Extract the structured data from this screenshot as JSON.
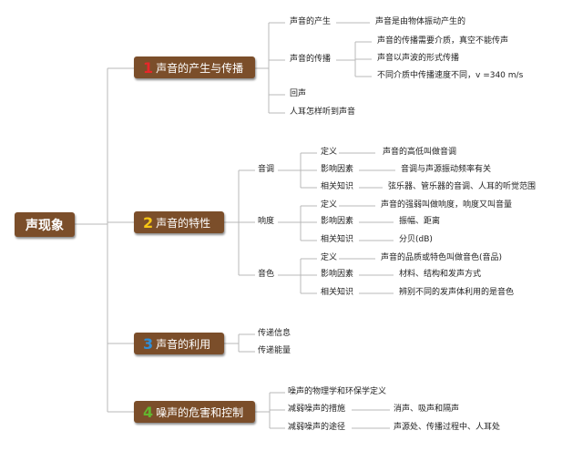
{
  "root": "声现象",
  "branches": [
    {
      "number": "1",
      "number_color": "#e8262a",
      "label": "声音的产生与传播",
      "children": [
        {
          "label": "声音的产生",
          "notes": [
            "声音是由物体振动产生的"
          ]
        },
        {
          "label": "声音的传播",
          "notes": [
            "声音的传播需要介质，真空不能传声",
            "声音以声波的形式传播",
            "不同介质中传播速度不同，v =340 m/s"
          ]
        },
        {
          "label": "回声"
        },
        {
          "label": "人耳怎样听到声音"
        }
      ]
    },
    {
      "number": "2",
      "number_color": "#f7c614",
      "label": "声音的特性",
      "children": [
        {
          "label": "音调",
          "sub": [
            {
              "label": "定义",
              "note": "声音的高低叫做音调"
            },
            {
              "label": "影响因素",
              "note": "音调与声源振动频率有关"
            },
            {
              "label": "相关知识",
              "note": "弦乐器、管乐器的音调、人耳的听觉范围"
            }
          ]
        },
        {
          "label": "响度",
          "sub": [
            {
              "label": "定义",
              "note": "声音的强弱叫做响度，响度又叫音量"
            },
            {
              "label": "影响因素",
              "note": "振幅、距离"
            },
            {
              "label": "相关知识",
              "note": "分贝(dB)"
            }
          ]
        },
        {
          "label": "音色",
          "sub": [
            {
              "label": "定义",
              "note": "声音的品质或特色叫做音色(音品)"
            },
            {
              "label": "影响因素",
              "note": "材料、结构和发声方式"
            },
            {
              "label": "相关知识",
              "note": "辨别不同的发声体利用的是音色"
            }
          ]
        }
      ]
    },
    {
      "number": "3",
      "number_color": "#2f8fd8",
      "label": "声音的利用",
      "children": [
        {
          "label": "传递信息"
        },
        {
          "label": "传递能量"
        }
      ]
    },
    {
      "number": "4",
      "number_color": "#63b52f",
      "label": "噪声的危害和控制",
      "children": [
        {
          "label": "噪声的物理学和环保学定义"
        },
        {
          "label": "减弱噪声的措施",
          "notes": [
            "消声、吸声和隔声"
          ]
        },
        {
          "label": "减弱噪声的途径",
          "notes": [
            "声源处、传播过程中、人耳处"
          ]
        }
      ]
    }
  ]
}
